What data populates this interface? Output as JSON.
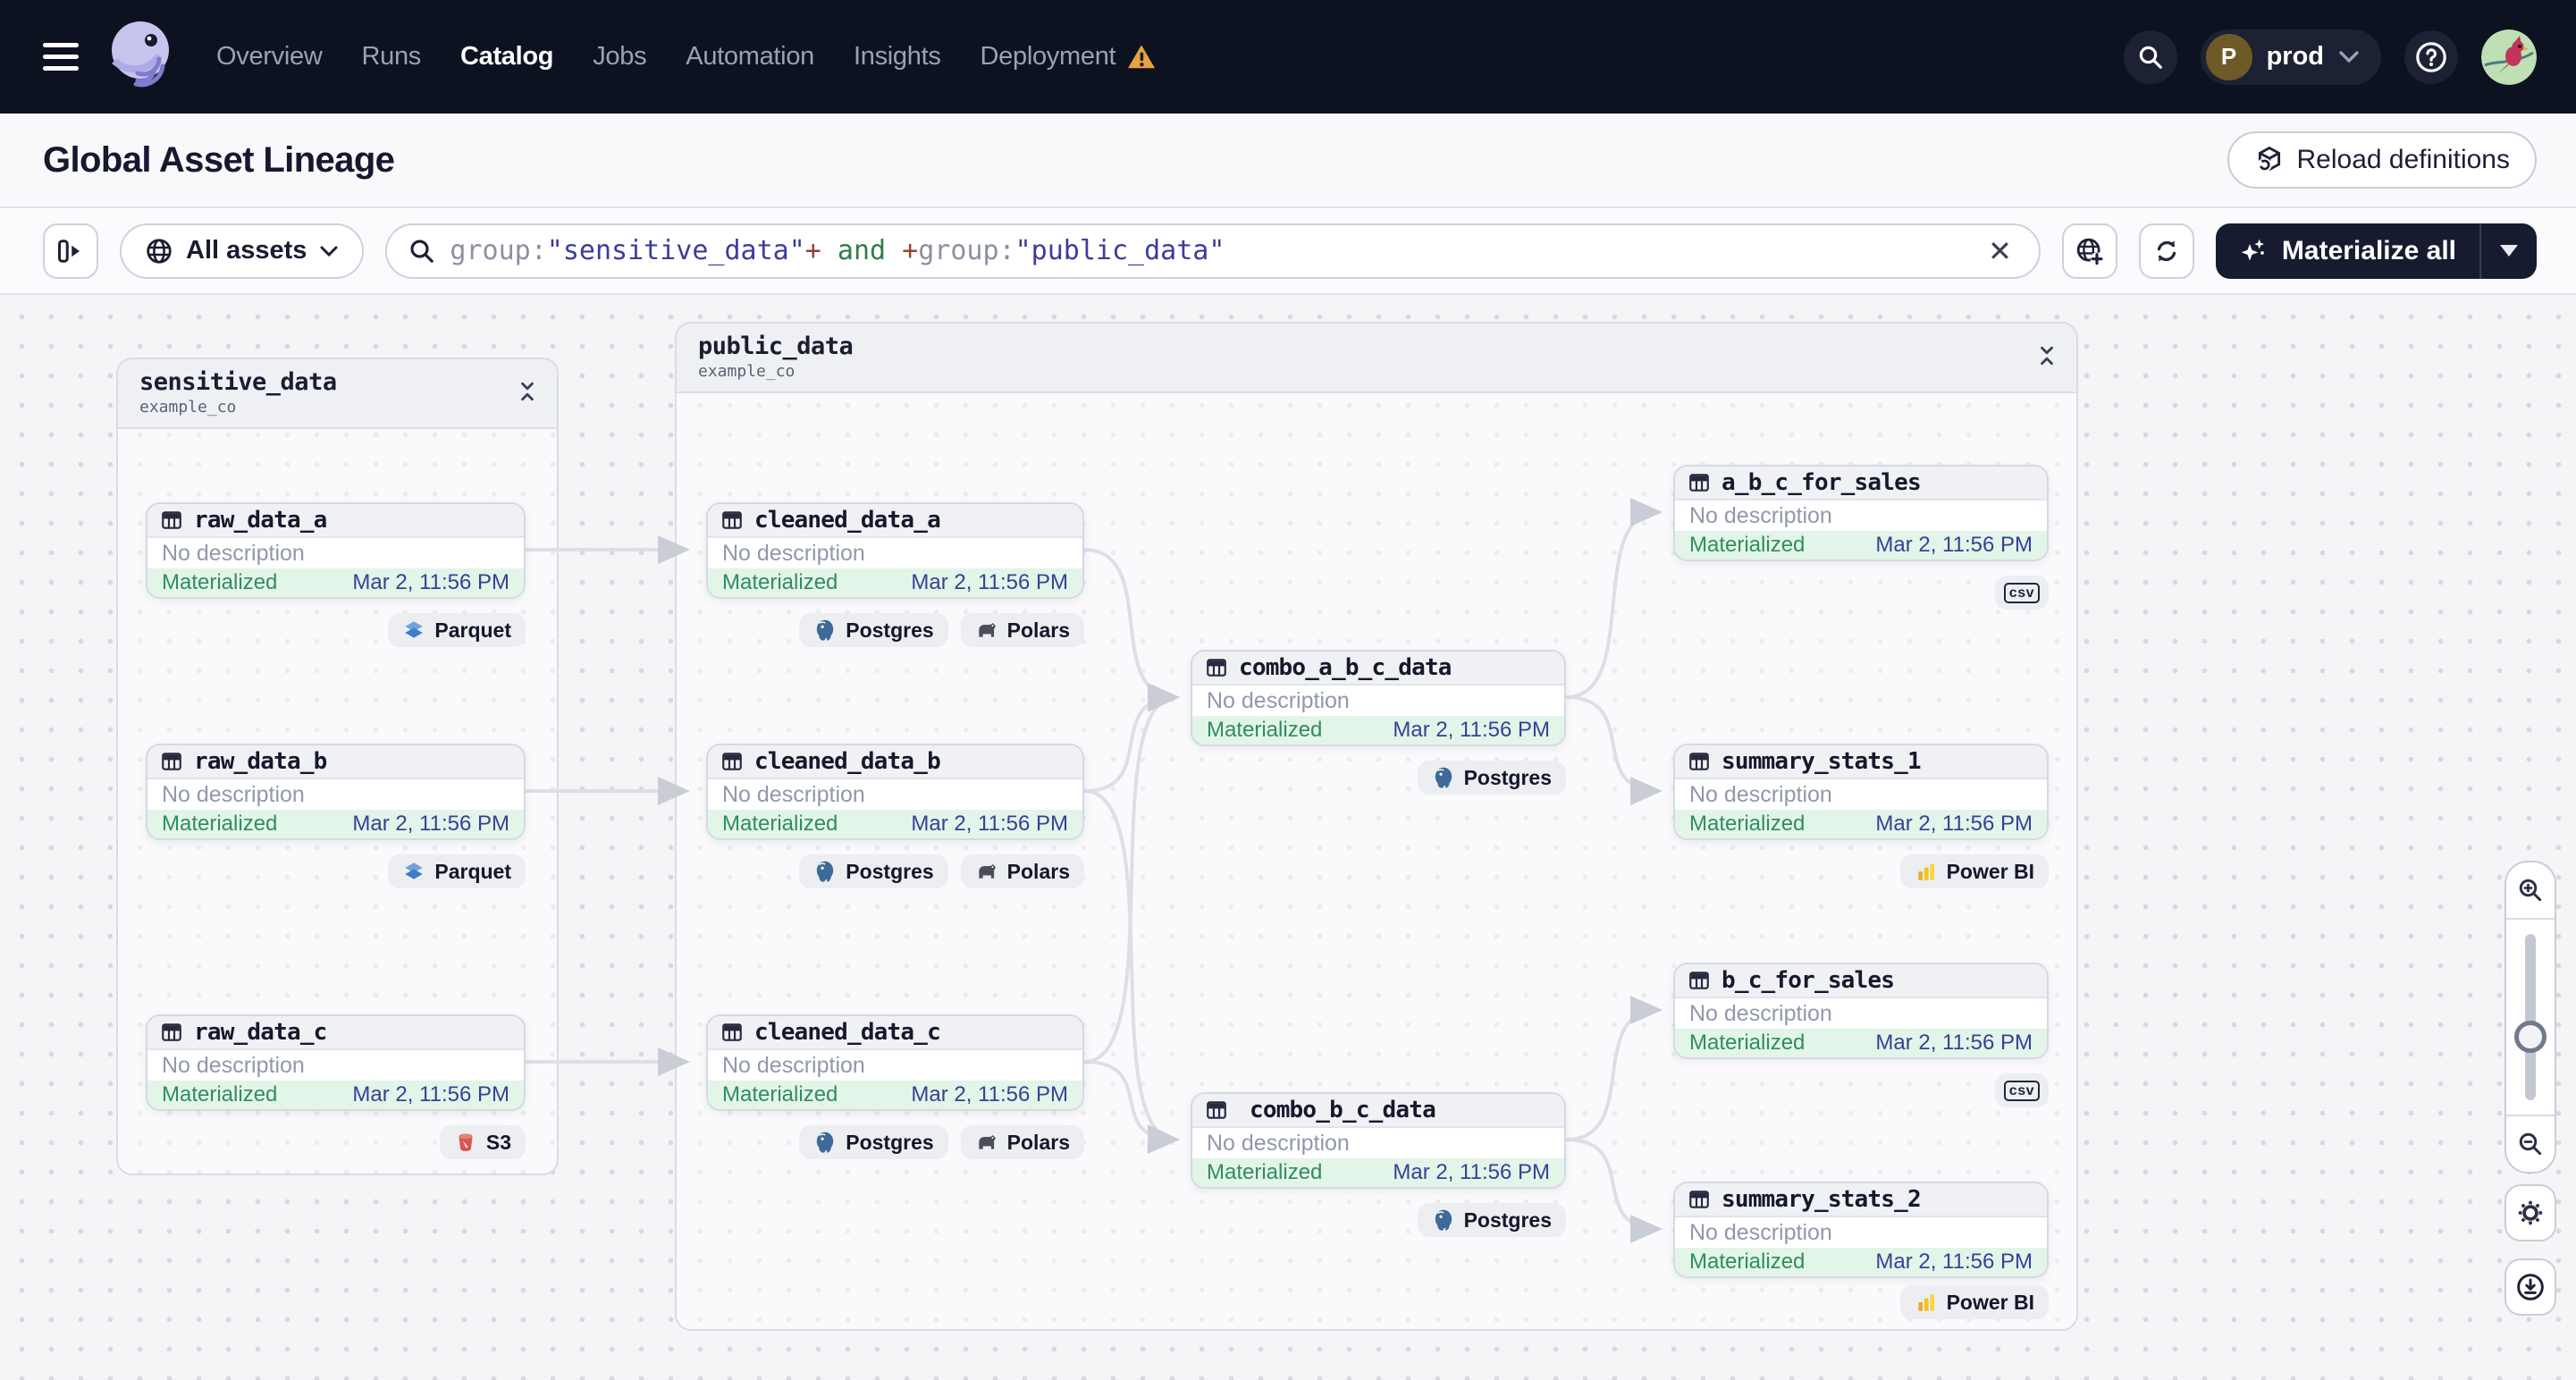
{
  "nav": {
    "items": [
      "Overview",
      "Runs",
      "Catalog",
      "Jobs",
      "Automation",
      "Insights",
      "Deployment"
    ],
    "active_item": "Catalog",
    "environment": {
      "initial": "P",
      "name": "prod"
    }
  },
  "page": {
    "title": "Global Asset Lineage",
    "reload_button": "Reload definitions"
  },
  "toolbar": {
    "scope_button": "All assets",
    "materialize_button": "Materialize all",
    "clear_icon": "✕",
    "query_segments": [
      "group:",
      "\"sensitive_data\"",
      "+",
      " and ",
      "+",
      "group:",
      "\"public_data\""
    ]
  },
  "graph": {
    "groups": [
      {
        "name": "sensitive_data",
        "location": "example_co"
      },
      {
        "name": "public_data",
        "location": "example_co"
      }
    ],
    "nodes": [
      {
        "name": "raw_data_a",
        "description": "No description",
        "status": "Materialized",
        "timestamp": "Mar 2, 11:56 PM",
        "kinds": [
          "Parquet"
        ]
      },
      {
        "name": "raw_data_b",
        "description": "No description",
        "status": "Materialized",
        "timestamp": "Mar 2, 11:56 PM",
        "kinds": [
          "Parquet"
        ]
      },
      {
        "name": "raw_data_c",
        "description": "No description",
        "status": "Materialized",
        "timestamp": "Mar 2, 11:56 PM",
        "kinds": [
          "S3"
        ]
      },
      {
        "name": "cleaned_data_a",
        "description": "No description",
        "status": "Materialized",
        "timestamp": "Mar 2, 11:56 PM",
        "kinds": [
          "Postgres",
          "Polars"
        ]
      },
      {
        "name": "cleaned_data_b",
        "description": "No description",
        "status": "Materialized",
        "timestamp": "Mar 2, 11:56 PM",
        "kinds": [
          "Postgres",
          "Polars"
        ]
      },
      {
        "name": "cleaned_data_c",
        "description": "No description",
        "status": "Materialized",
        "timestamp": "Mar 2, 11:56 PM",
        "kinds": [
          "Postgres",
          "Polars"
        ]
      },
      {
        "name": "combo_a_b_c_data",
        "description": "No description",
        "status": "Materialized",
        "timestamp": "Mar 2, 11:56 PM",
        "kinds": [
          "Postgres"
        ]
      },
      {
        "name": "summary_stats_1",
        "description": "No description",
        "status": "Materialized",
        "timestamp": "Mar 2, 11:56 PM",
        "kinds": [
          "Power BI"
        ]
      },
      {
        "name": "a_b_c_for_sales",
        "description": "No description",
        "status": "Materialized",
        "timestamp": "Mar 2, 11:56 PM",
        "kinds": [
          "csv"
        ]
      },
      {
        "name": "b_c_for_sales",
        "description": "No description",
        "status": "Materialized",
        "timestamp": "Mar 2, 11:56 PM",
        "kinds": [
          "csv"
        ]
      },
      {
        "name": "summary_stats_2",
        "description": "No description",
        "status": "Materialized",
        "timestamp": "Mar 2, 11:56 PM",
        "kinds": [
          "Power BI"
        ]
      }
    ],
    "edges": [
      {
        "from": "raw_data_a",
        "to": "cleaned_data_a"
      },
      {
        "from": "raw_data_b",
        "to": "cleaned_data_b"
      },
      {
        "from": "raw_data_c",
        "to": "cleaned_data_c"
      },
      {
        "from": "cleaned_data_a",
        "to": "combo_a_b_c_data"
      },
      {
        "from": "cleaned_data_b",
        "to": "combo_a_b_c_data"
      },
      {
        "from": "cleaned_data_c",
        "to": "combo_a_b_c_data"
      },
      {
        "from": "cleaned_data_b",
        "to": "combo_b_c_data"
      },
      {
        "from": "cleaned_data_c",
        "to": "combo_b_c_data"
      },
      {
        "from": "combo_a_b_c_data",
        "to": "a_b_c_for_sales"
      },
      {
        "from": "combo_a_b_c_data",
        "to": "summary_stats_1"
      },
      {
        "from": "combo_b_c_data",
        "to": "b_c_for_sales"
      },
      {
        "from": "combo_b_c_data",
        "to": "summary_stats_2"
      }
    ]
  },
  "colors": {
    "nav_bg": "#0d1220",
    "status_green": "#2e8f5b",
    "status_bg": "#e3f4e9",
    "timestamp_indigo": "#3a3f96",
    "edge_gray": "#dcdfe6",
    "warning_orange": "#e8a33d"
  }
}
